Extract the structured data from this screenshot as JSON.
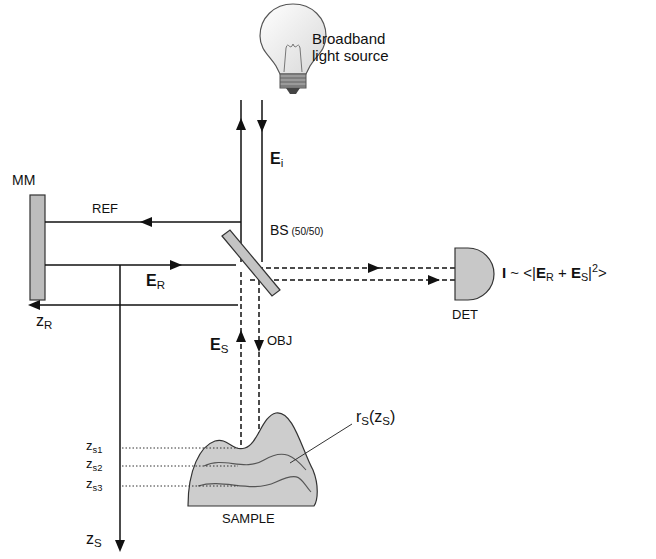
{
  "diagram": {
    "labels": [
      "Broadband light source",
      "Ei",
      "MM",
      "REF",
      "BS (50/50)",
      "ER",
      "zR",
      "ES",
      "OBJ",
      "DET",
      "I ~ <|ER + ES|2>",
      "zs1",
      "zs2",
      "zs3",
      "rS(zS)",
      "SAMPLE",
      "zS"
    ]
  }
}
